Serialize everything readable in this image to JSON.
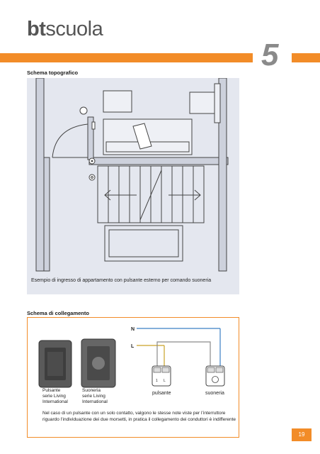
{
  "header": {
    "brand_bold": "bt",
    "brand_light": "scuola",
    "chapter_number": "5"
  },
  "topographic": {
    "title": "Schema topografico",
    "caption": "Esempio di ingresso di appartamento con pulsante esterno per comando suoneria"
  },
  "connection": {
    "title": "Schema di collegamento",
    "label_N": "N",
    "label_L": "L",
    "pulsante_label": "pulsante",
    "suoneria_label": "suoneria",
    "pulsante_terminals": [
      "1",
      "L"
    ],
    "product_left": [
      "Pulsante",
      "serie Living",
      "International"
    ],
    "product_right": [
      "Suoneria",
      "serie Living",
      "International"
    ],
    "note_lines": [
      "Nel caso di un pulsante con un solo contatto, valgono le stesse note viste per l’interruttore",
      "riguardo l’individuazione dei due morsetti, in pratica il collegamento dei conduttori è indifferente"
    ],
    "wire_colors": {
      "neutral": "#3b7fc4",
      "phase": "#c9a227",
      "link": "#8a8a8a"
    }
  },
  "footer": {
    "page_number": "19"
  }
}
